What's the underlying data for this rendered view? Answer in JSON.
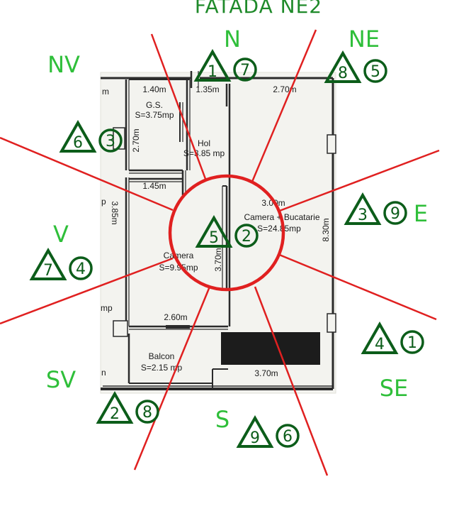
{
  "title": "FATADA NE2",
  "directions": {
    "N": "N",
    "NE": "NE",
    "E": "E",
    "SE": "SE",
    "S": "S",
    "SV": "SV",
    "V": "V",
    "NV": "NV"
  },
  "markers": {
    "N": {
      "triangle": "1",
      "circle": "7"
    },
    "NE": {
      "triangle": "8",
      "circle": "5"
    },
    "NV": {
      "triangle": "6",
      "circle": "3"
    },
    "E": {
      "triangle": "3",
      "circle": "9"
    },
    "C": {
      "triangle": "5",
      "circle": "2"
    },
    "V": {
      "triangle": "7",
      "circle": "4"
    },
    "SE": {
      "triangle": "4",
      "circle": "1"
    },
    "SV": {
      "triangle": "2",
      "circle": "8"
    },
    "S": {
      "triangle": "9",
      "circle": "6"
    }
  },
  "plan": {
    "gs_width": "1.40m",
    "gs_name": "G.S.",
    "gs_area": "S=3.75mp",
    "gs_height": "2.70m",
    "hol_width": "1.35m",
    "hol_name": "Hol",
    "hol_area": "S=3.85 mp",
    "kitchen_width_top": "2.70m",
    "kitchen_width": "3.00m",
    "kitchen_name": "Camera + Bucatarie",
    "kitchen_area": "S=24.85mp",
    "kitchen_height": "8.30m",
    "room_width_top": "1.45m",
    "room_name": "Camera",
    "room_area": "S=9.95mp",
    "room_height": "3.70m",
    "room_width_bottom": "2.60m",
    "left_height": "3.85m",
    "balcon_name": "Balcon",
    "balcon_area": "S=2.15 mp",
    "bottom_width": "3.70m",
    "edge_m": "m",
    "edge_p": "p",
    "edge_mp": "mp",
    "edge_n": "n"
  },
  "colors": {
    "line": "#e02020",
    "marker": "#0c5d1a",
    "direction": "#2fbf3a",
    "wall": "#2b2b2b",
    "paper": "#f2f2ee"
  }
}
